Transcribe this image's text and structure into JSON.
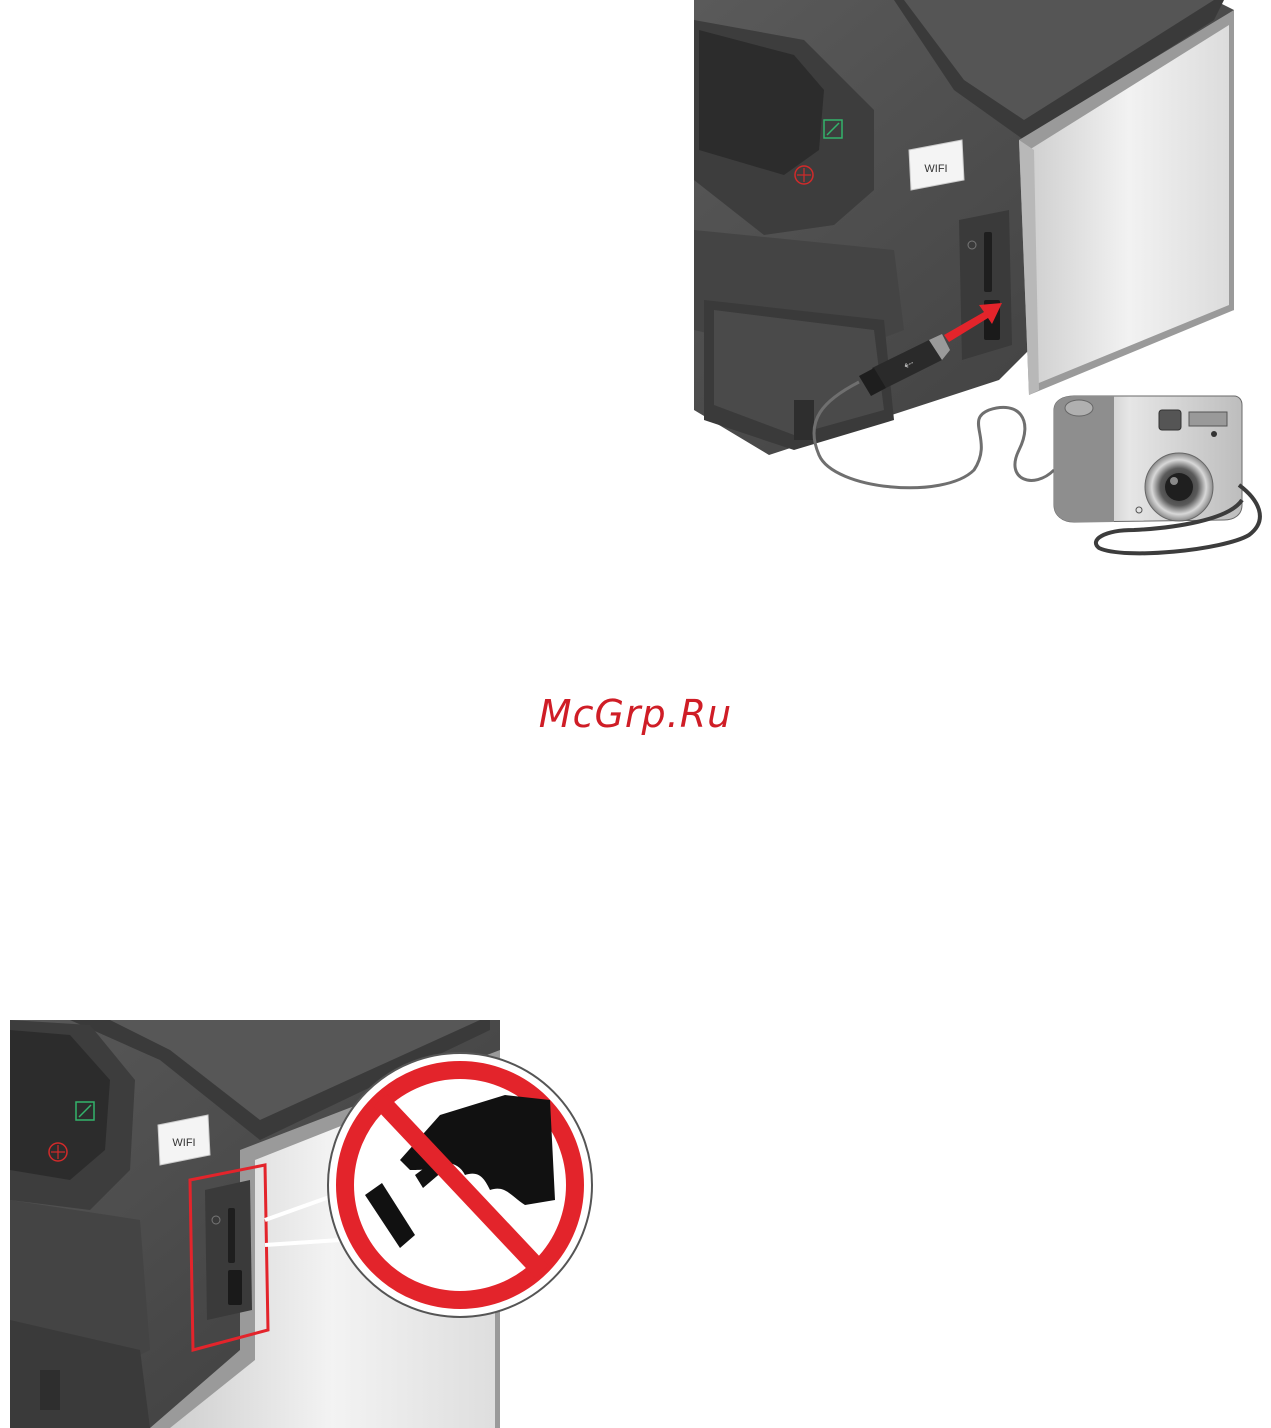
{
  "watermark": {
    "text": "McGrp.Ru"
  },
  "top_illustration": {
    "printer_badge_text": "WIFI"
  },
  "bottom_illustration": {
    "printer_badge_text": "WIFI"
  },
  "colors": {
    "printer_body": "#4a4a4a",
    "printer_side": "#e4e4e4",
    "warning_red": "#e3242b",
    "arrow_red": "#e3242b",
    "watermark_red": "#cf1d26"
  }
}
